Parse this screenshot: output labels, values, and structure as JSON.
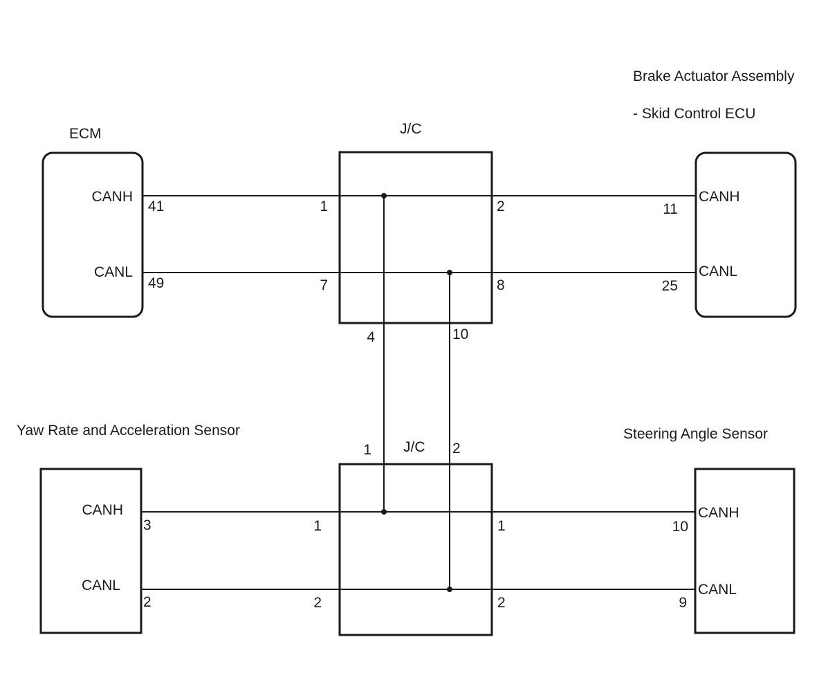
{
  "components": {
    "ecm": {
      "title": "ECM",
      "canh": "CANH",
      "canl": "CANL",
      "pin_canh": "41",
      "pin_canl": "49"
    },
    "brake_actuator": {
      "title_line1": "Brake Actuator Assembly",
      "title_line2": "- Skid Control ECU",
      "canh": "CANH",
      "canl": "CANL",
      "pin_canh": "11",
      "pin_canl": "25"
    },
    "jc_top": {
      "title": "J/C",
      "pin_in_canh": "1",
      "pin_in_canl": "7",
      "pin_out_canh": "2",
      "pin_out_canl": "8",
      "pin_down_canh": "4",
      "pin_down_canl": "10"
    },
    "jc_bottom": {
      "title": "J/C",
      "pin_up_canh": "1",
      "pin_up_canl": "2",
      "pin_in_canh": "1",
      "pin_in_canl": "2",
      "pin_out_canh": "1",
      "pin_out_canl": "2"
    },
    "yaw_sensor": {
      "title": "Yaw Rate and Acceleration Sensor",
      "canh": "CANH",
      "canl": "CANL",
      "pin_canh": "3",
      "pin_canl": "2"
    },
    "steering_sensor": {
      "title": "Steering Angle Sensor",
      "canh": "CANH",
      "canl": "CANL",
      "pin_canh": "10",
      "pin_canl": "9"
    }
  }
}
